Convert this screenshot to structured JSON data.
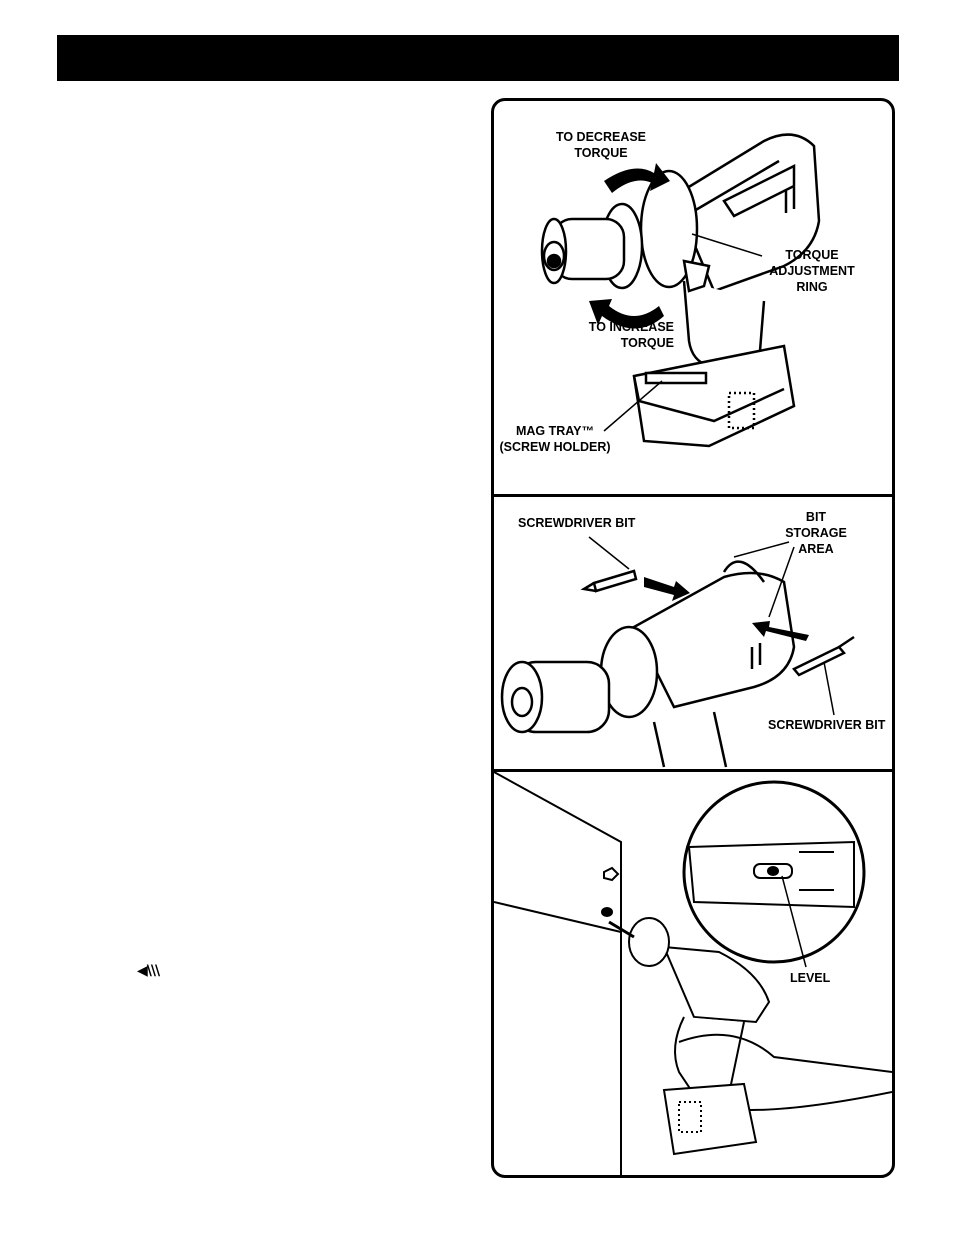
{
  "header": {
    "title": ""
  },
  "logo": {
    "text": "◀\\\\\\"
  },
  "figure": {
    "panel1": {
      "decrease_label": "TO DECREASE\nTORQUE",
      "torque_ring_label": "TORQUE\nADJUSTMENT\nRING",
      "increase_label": "TO INCREASE\nTORQUE",
      "mag_tray_label": "MAG TRAY™\n(SCREW HOLDER)"
    },
    "panel2": {
      "bit_left_label": "SCREWDRIVER BIT",
      "storage_label": "BIT\nSTORAGE\nAREA",
      "bit_right_label": "SCREWDRIVER BIT"
    },
    "panel3": {
      "level_label": "LEVEL"
    }
  }
}
